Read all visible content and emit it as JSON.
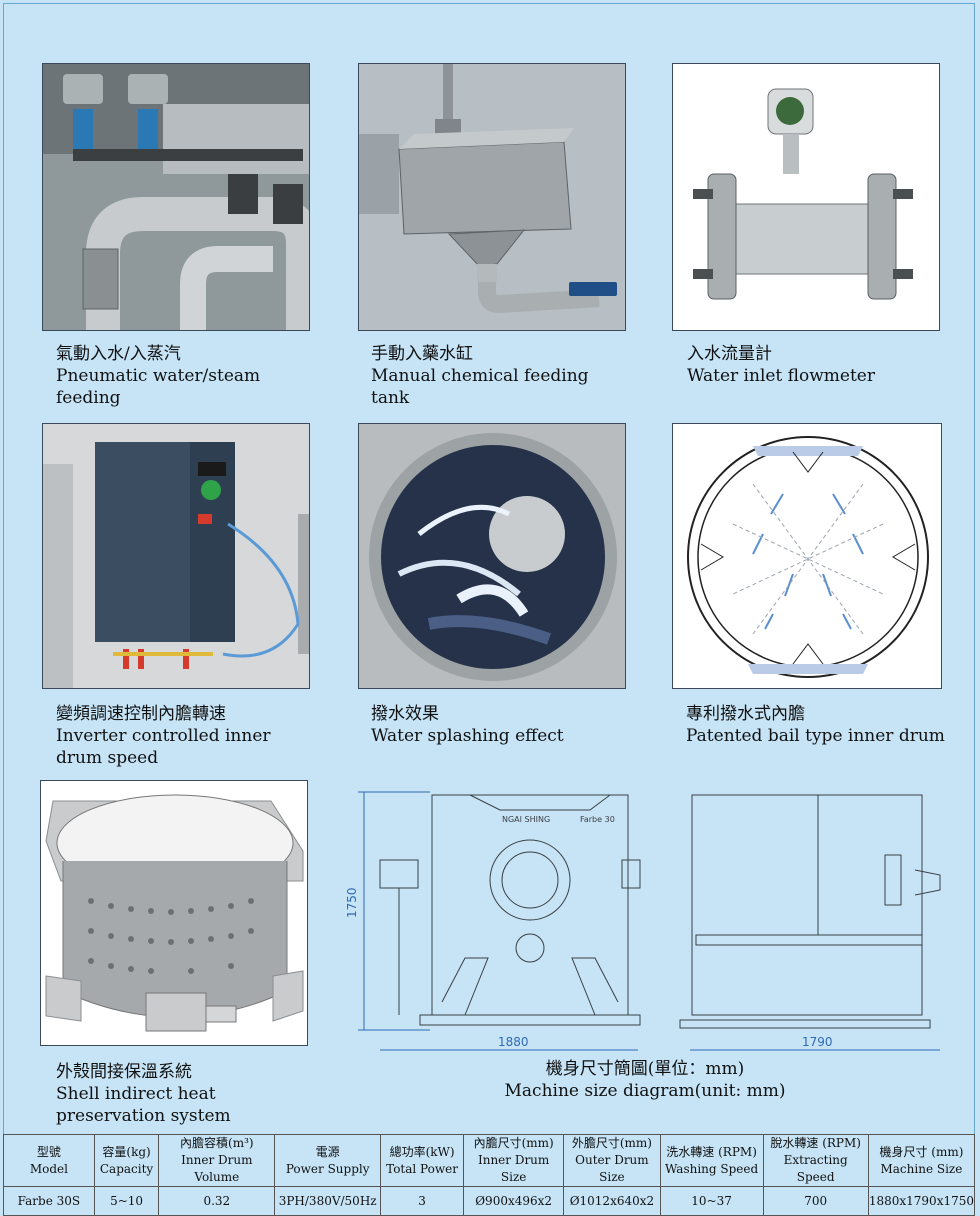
{
  "features": [
    {
      "zh": "氣動入水/入蒸汽",
      "en": "Pneumatic water/steam feeding",
      "image": "pneumatic-valves-photo"
    },
    {
      "zh": "手動入藥水缸",
      "en": "Manual chemical feeding tank",
      "image": "chemical-tank-photo"
    },
    {
      "zh": "入水流量計",
      "en": "Water inlet flowmeter",
      "image": "flowmeter-photo"
    },
    {
      "zh": "變頻調速控制內膽轉速",
      "en": "Inverter controlled inner drum speed",
      "image": "inverter-photo"
    },
    {
      "zh": "撥水效果",
      "en": "Water splashing effect",
      "image": "splashing-drum-photo"
    },
    {
      "zh": "專利撥水式內膽",
      "en": "Patented bail type inner drum",
      "image": "inner-drum-diagram"
    },
    {
      "zh": "外殼間接保溫系統",
      "en": "Shell indirect heat preservation system",
      "image": "shell-drum-render"
    }
  ],
  "diagram": {
    "zh": "機身尺寸簡圖(單位：mm)",
    "en": "Machine size diagram(unit: mm)",
    "height_label": "1750",
    "front_width_label": "1880",
    "side_width_label": "1790",
    "brand_text": "NGAI SHING",
    "model_text": "Farbe 30"
  },
  "spec_table": {
    "headers": [
      {
        "zh": "型號",
        "en": "Model"
      },
      {
        "zh": "容量(kg)",
        "en": "Capacity"
      },
      {
        "zh": "內膽容積(m³)",
        "en": "Inner Drum Volume"
      },
      {
        "zh": "電源",
        "en": "Power Supply"
      },
      {
        "zh": "總功率(kW)",
        "en": "Total Power"
      },
      {
        "zh": "內膽尺寸(mm)",
        "en": "Inner Drum Size"
      },
      {
        "zh": "外膽尺寸(mm)",
        "en": "Outer Drum Size"
      },
      {
        "zh": "洗水轉速 (RPM)",
        "en": "Washing Speed"
      },
      {
        "zh": "脫水轉速 (RPM)",
        "en": "Extracting Speed"
      },
      {
        "zh": "機身尺寸 (mm)",
        "en": "Machine Size"
      }
    ],
    "row": [
      "Farbe 30S",
      "5~10",
      "0.32",
      "3PH/380V/50Hz",
      "3",
      "Ø900x496x2",
      "Ø1012x640x2",
      "10~37",
      "700",
      "1880x1790x1750"
    ]
  }
}
